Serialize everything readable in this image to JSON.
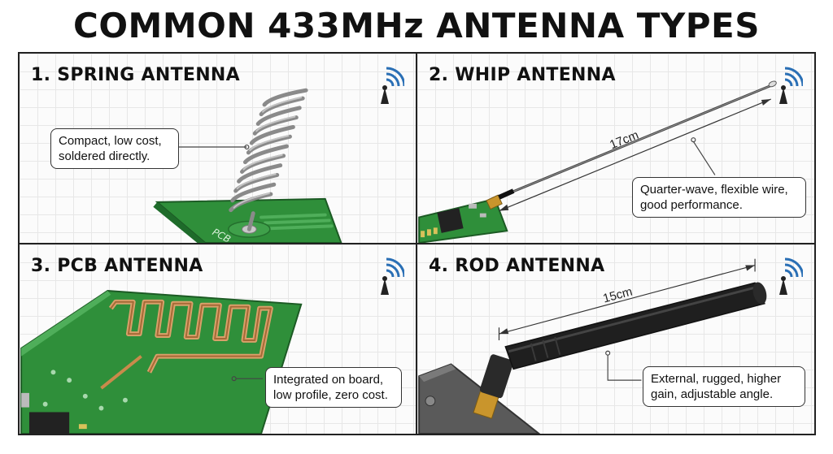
{
  "title": "COMMON 433MHz ANTENNA TYPES",
  "icons": {
    "signal": "radio-signal-icon"
  },
  "colors": {
    "pcb_green": "#2f8f3a",
    "copper": "#c98a4b",
    "rod_black": "#1f1f1f",
    "gold": "#c9952c"
  },
  "panels": [
    {
      "heading": "1. SPRING ANTENNA",
      "callout_lines": [
        "Compact, low cost,",
        "soldered directly."
      ],
      "board_label": "PCB"
    },
    {
      "heading": "2. WHIP ANTENNA",
      "callout_lines": [
        "Quarter-wave, flexible wire,",
        "good performance."
      ],
      "measurement": "17cm"
    },
    {
      "heading": "3. PCB ANTENNA",
      "callout_lines": [
        "Integrated on board,",
        "low profile, zero cost."
      ]
    },
    {
      "heading": "4. ROD ANTENNA",
      "callout_lines": [
        "External, rugged, higher",
        "gain, adjustable angle."
      ],
      "measurement": "15cm"
    }
  ]
}
